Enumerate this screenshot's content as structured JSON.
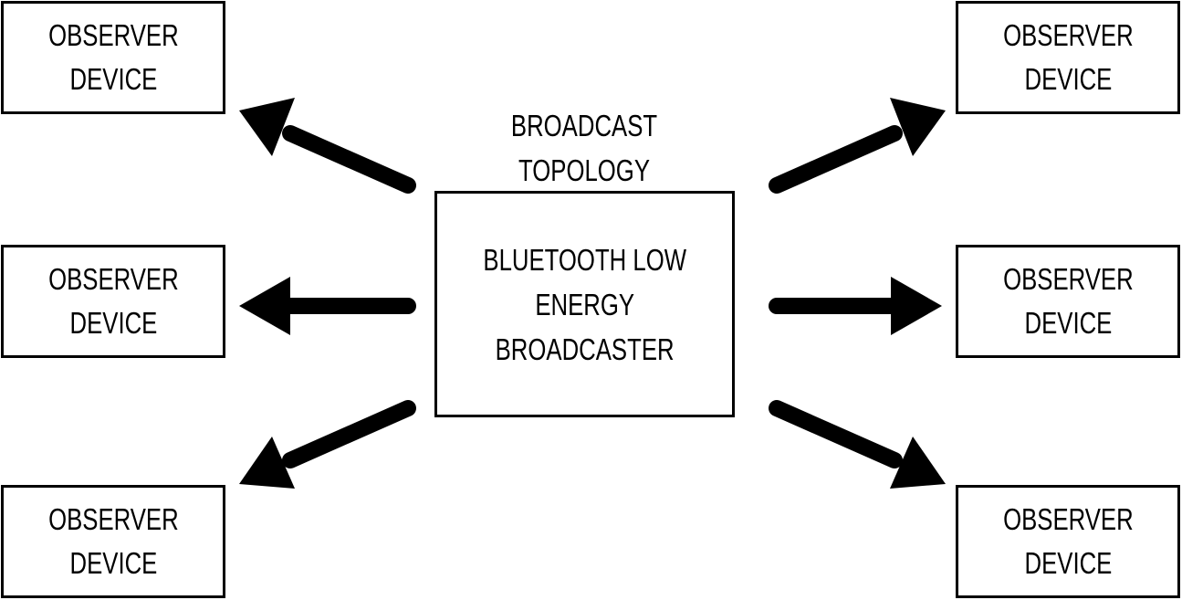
{
  "diagram": {
    "topology_label": [
      "BROADCAST",
      "TOPOLOGY"
    ],
    "broadcaster": [
      "BLUETOOTH LOW",
      "ENERGY",
      "BROADCASTER"
    ],
    "observers": [
      {
        "id": "tl",
        "lines": [
          "OBSERVER",
          "DEVICE"
        ]
      },
      {
        "id": "ml",
        "lines": [
          "OBSERVER",
          "DEVICE"
        ]
      },
      {
        "id": "bl",
        "lines": [
          "OBSERVER",
          "DEVICE"
        ]
      },
      {
        "id": "tr",
        "lines": [
          "OBSERVER",
          "DEVICE"
        ]
      },
      {
        "id": "mr",
        "lines": [
          "OBSERVER",
          "DEVICE"
        ]
      },
      {
        "id": "br",
        "lines": [
          "OBSERVER",
          "DEVICE"
        ]
      }
    ],
    "colors": {
      "stroke": "#000000",
      "background": "#ffffff"
    }
  }
}
